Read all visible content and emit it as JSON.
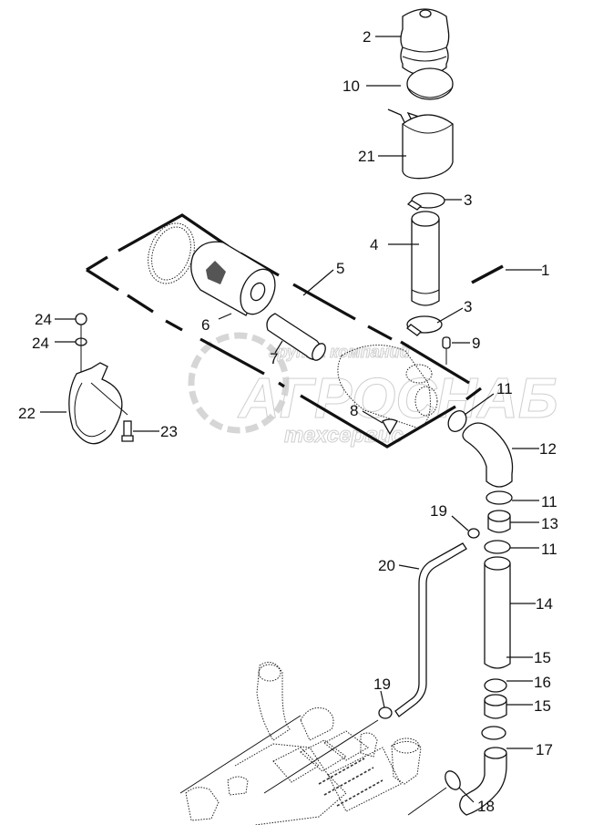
{
  "diagram": {
    "type": "exploded-parts-diagram",
    "subject": "Air intake system",
    "watermark": {
      "line1": "группа компаний",
      "line2": "АГРОСНАБ",
      "line3": "техсервис"
    },
    "callouts": [
      {
        "id": "c2",
        "label": "2",
        "part": "pre-cleaner cap"
      },
      {
        "id": "c10",
        "label": "10",
        "part": "clamp with wing nut"
      },
      {
        "id": "c21",
        "label": "21",
        "part": "sleeve"
      },
      {
        "id": "c3a",
        "label": "3",
        "part": "hose clamp"
      },
      {
        "id": "c4",
        "label": "4",
        "part": "intake pipe"
      },
      {
        "id": "c1",
        "label": "1",
        "part": "air filter assembly"
      },
      {
        "id": "c5",
        "label": "5",
        "part": "filter housing"
      },
      {
        "id": "c6",
        "label": "6",
        "part": "main filter element"
      },
      {
        "id": "c3b",
        "label": "3",
        "part": "hose clamp"
      },
      {
        "id": "c9",
        "label": "9",
        "part": "fitting"
      },
      {
        "id": "c24a",
        "label": "24",
        "part": "nut"
      },
      {
        "id": "c24b",
        "label": "24",
        "part": "washer"
      },
      {
        "id": "c7",
        "label": "7",
        "part": "safety filter element"
      },
      {
        "id": "c8",
        "label": "8",
        "part": "dust valve"
      },
      {
        "id": "c11a",
        "label": "11",
        "part": "hose clamp"
      },
      {
        "id": "c22",
        "label": "22",
        "part": "mounting band"
      },
      {
        "id": "c23",
        "label": "23",
        "part": "bolt"
      },
      {
        "id": "c12",
        "label": "12",
        "part": "elbow hose"
      },
      {
        "id": "c11b",
        "label": "11",
        "part": "hose clamp"
      },
      {
        "id": "c19a",
        "label": "19",
        "part": "clamp"
      },
      {
        "id": "c13",
        "label": "13",
        "part": "connector"
      },
      {
        "id": "c11c",
        "label": "11",
        "part": "hose clamp"
      },
      {
        "id": "c20",
        "label": "20",
        "part": "breather tube"
      },
      {
        "id": "c14",
        "label": "14",
        "part": "straight hose"
      },
      {
        "id": "c15a",
        "label": "15",
        "part": "hose clamp"
      },
      {
        "id": "c19b",
        "label": "19",
        "part": "clamp"
      },
      {
        "id": "c16",
        "label": "16",
        "part": "connector"
      },
      {
        "id": "c15b",
        "label": "15",
        "part": "hose clamp"
      },
      {
        "id": "c17",
        "label": "17",
        "part": "elbow hose"
      },
      {
        "id": "c18",
        "label": "18",
        "part": "hose clamp"
      }
    ]
  }
}
